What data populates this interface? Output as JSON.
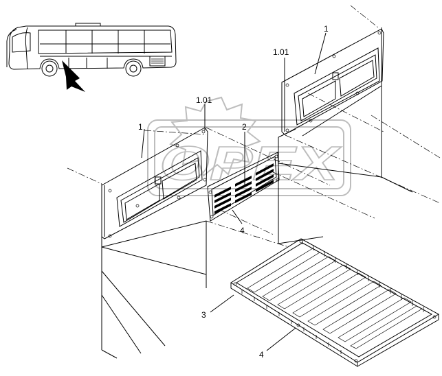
{
  "callouts": [
    {
      "id": "callout-1-right",
      "text": "1"
    },
    {
      "id": "callout-1-01-right",
      "text": "1.01"
    },
    {
      "id": "callout-1-01-left",
      "text": "1.01"
    },
    {
      "id": "callout-1-left",
      "text": "1"
    },
    {
      "id": "callout-2",
      "text": "2"
    },
    {
      "id": "callout-4-upper",
      "text": "4"
    },
    {
      "id": "callout-3",
      "text": "3"
    },
    {
      "id": "callout-4-lower",
      "text": "4"
    }
  ],
  "watermark": {
    "text": "OPEX"
  }
}
